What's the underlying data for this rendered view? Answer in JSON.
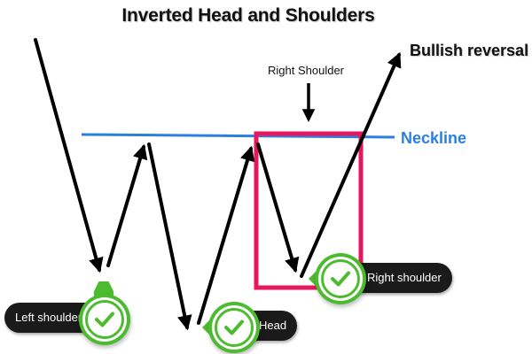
{
  "title": "Inverted Head and Shoulders",
  "labels": {
    "bullish_reversal": "Bullish reversal",
    "right_shoulder_top": "Right Shoulder",
    "neckline": "Neckline"
  },
  "badges": {
    "left": "Left shoulder",
    "head": "Head",
    "right": "Right shoulder"
  },
  "colors": {
    "neckline": "#2a7fe0",
    "highlight_box": "#e8175d",
    "badge_green": "#4cbb2f",
    "arrow": "#000000",
    "pill_bg": "#1a1a1a"
  },
  "icons": {
    "badge": "check-icon",
    "pointer": "down-arrow-icon"
  }
}
